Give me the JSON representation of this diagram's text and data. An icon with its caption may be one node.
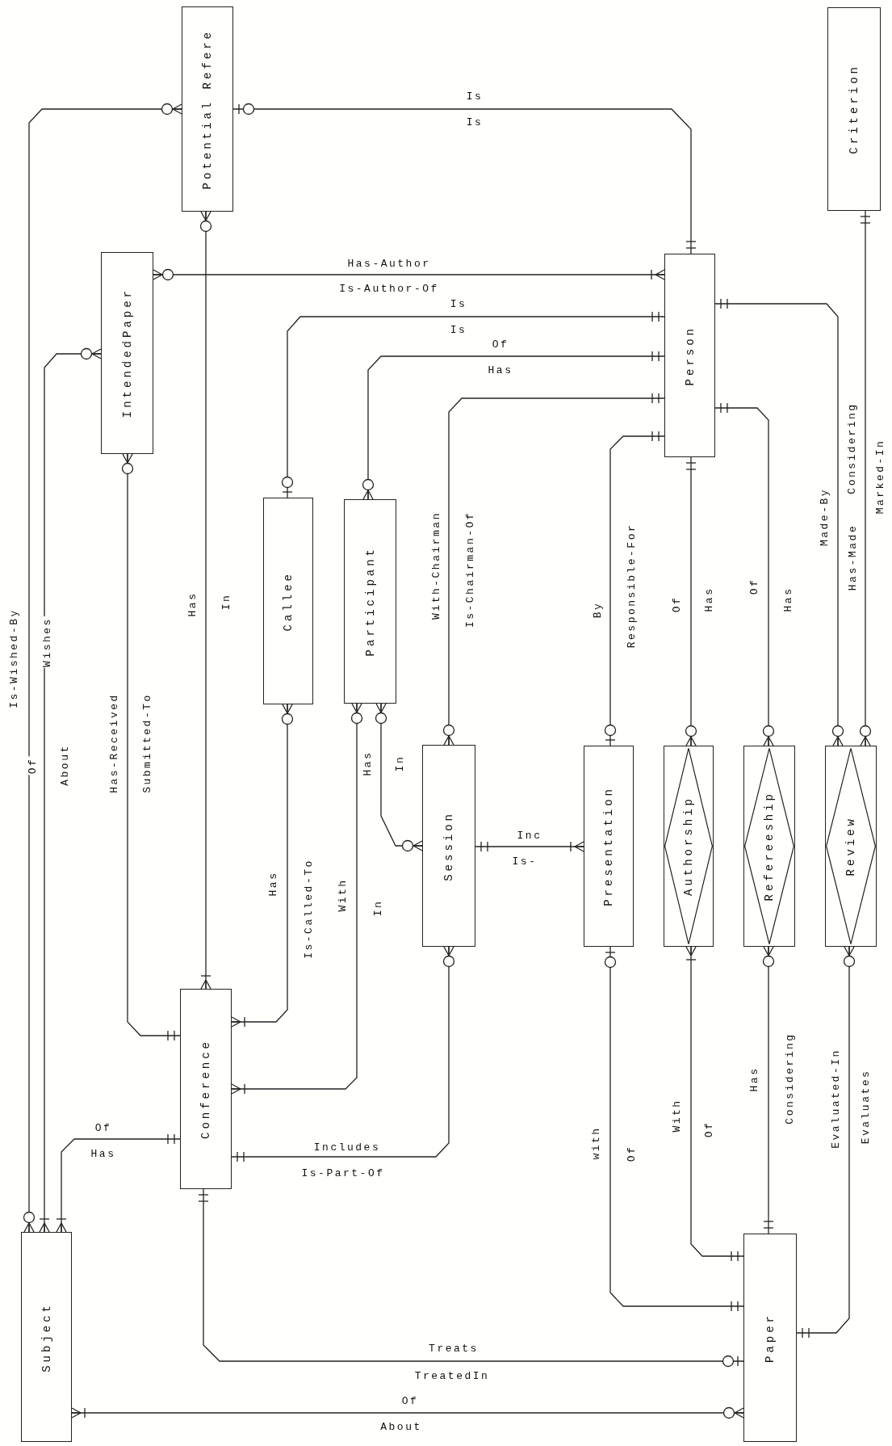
{
  "diagram": {
    "nodes": [
      {
        "text": [
          "Potential Refere"
        ]
      },
      {
        "text": [
          "Criterion"
        ]
      },
      {
        "text": [
          "IntendedPaper"
        ]
      },
      {
        "text": [
          "Person"
        ]
      },
      {
        "text": [
          "Callee"
        ]
      },
      {
        "text": [
          "Participant"
        ]
      },
      {
        "text": [
          "Session"
        ]
      },
      {
        "text": [
          "Presentation"
        ]
      },
      {
        "text": [
          "Authorship"
        ]
      },
      {
        "text": [
          "Refereeship"
        ]
      },
      {
        "text": [
          "Review"
        ]
      },
      {
        "text": [
          "Conference"
        ]
      },
      {
        "text": [
          "Subject"
        ]
      },
      {
        "text": [
          "Paper"
        ]
      }
    ],
    "edges": [
      {
        "from": 0,
        "to": 3,
        "arrow": "other",
        "label": "Is"
      },
      {
        "from": 0,
        "to": 12,
        "arrow": "other",
        "label": "Is-Wished-By"
      },
      {
        "from": 2,
        "to": 12,
        "arrow": "other",
        "label": "Wishes"
      },
      {
        "from": 2,
        "to": 3,
        "arrow": "other",
        "label": "Has-Author"
      },
      {
        "from": 2,
        "to": 11,
        "arrow": "other",
        "label": "Has-Received"
      },
      {
        "from": 0,
        "to": 11,
        "arrow": "other",
        "label": "Has"
      },
      {
        "from": 4,
        "to": 3,
        "arrow": "other",
        "label": "Is"
      },
      {
        "from": 4,
        "to": 11,
        "arrow": "other",
        "label": "Has"
      },
      {
        "from": 5,
        "to": 3,
        "arrow": "other",
        "label": "Of"
      },
      {
        "from": 5,
        "to": 11,
        "arrow": "other",
        "label": "With"
      },
      {
        "from": 5,
        "to": 6,
        "arrow": "other",
        "label": "Has"
      },
      {
        "from": 6,
        "to": 3,
        "arrow": "other",
        "label": "With-Chairman"
      },
      {
        "from": 6,
        "to": 11,
        "arrow": "other",
        "label": "Includes"
      },
      {
        "from": 6,
        "to": 7,
        "arrow": "other",
        "label": "Inc"
      },
      {
        "from": 7,
        "to": 3,
        "arrow": "other",
        "label": "By"
      },
      {
        "from": 7,
        "to": 13,
        "arrow": "other",
        "label": "with"
      },
      {
        "from": 3,
        "to": 8,
        "arrow": "other",
        "label": "Of"
      },
      {
        "from": 8,
        "to": 13,
        "arrow": "other",
        "label": "With"
      },
      {
        "from": 3,
        "to": 9,
        "arrow": "other",
        "label": "Of"
      },
      {
        "from": 9,
        "to": 13,
        "arrow": "other",
        "label": "Has"
      },
      {
        "from": 3,
        "to": 10,
        "arrow": "other",
        "label": "Made-By"
      },
      {
        "from": 1,
        "to": 10,
        "arrow": "other",
        "label": "Considering"
      },
      {
        "from": 10,
        "to": 13,
        "arrow": "other",
        "label": "Evaluated-In"
      },
      {
        "from": 11,
        "to": 13,
        "arrow": "other",
        "label": "Treats"
      },
      {
        "from": 12,
        "to": 13,
        "arrow": "other",
        "label": "Of"
      },
      {
        "from": 11,
        "to": 12,
        "arrow": "other",
        "label": "Of"
      }
    ],
    "labels": [
      "Is",
      "Of",
      "About",
      "Is-Author-Of",
      "Submitted-To",
      "In",
      "Is",
      "Is-Called-To",
      "Has",
      "In",
      "In",
      "Is-Chairman-Of",
      "Is-Part-Of",
      "Is-",
      "Responsible-For",
      "Of",
      "Has",
      "Of",
      "Has",
      "Considering",
      "Has-Made",
      "Marked-In",
      "Evaluates",
      "TreatedIn",
      "About",
      "Has"
    ]
  }
}
